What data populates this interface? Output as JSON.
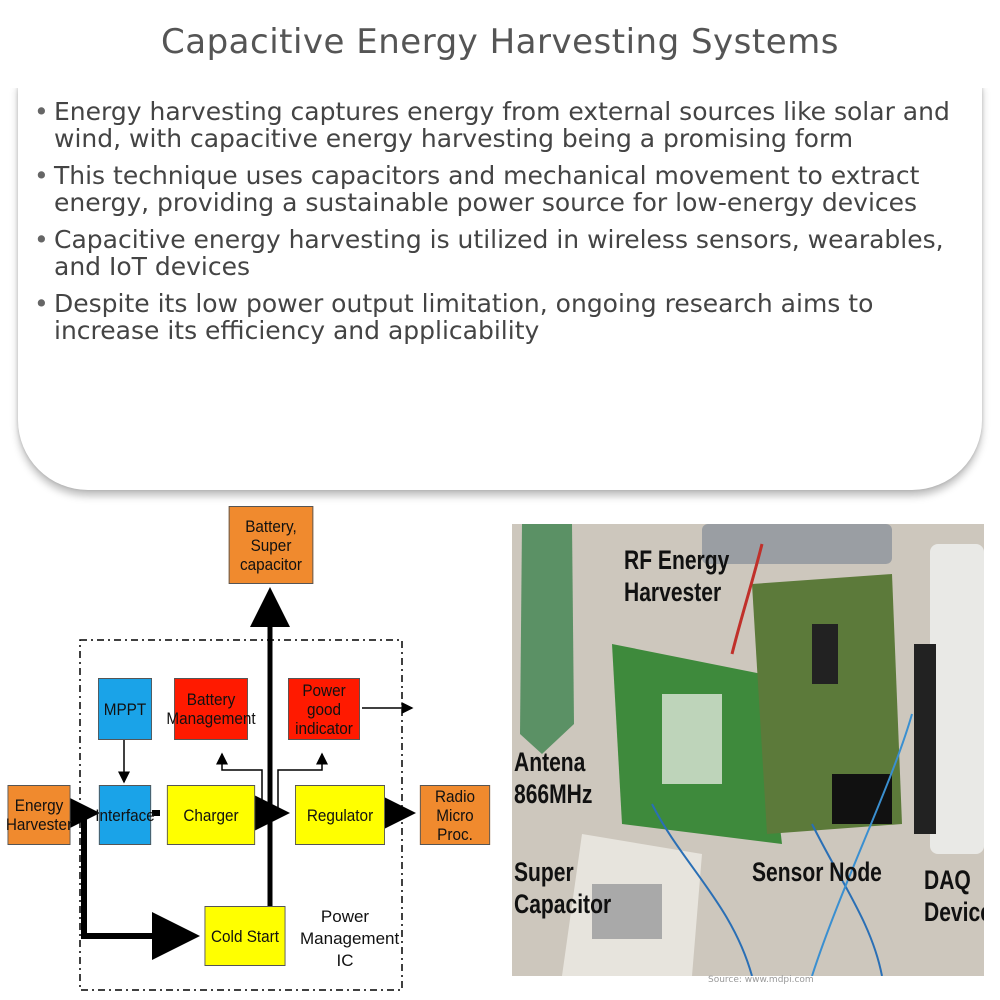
{
  "title": "Capacitive Energy Harvesting Systems",
  "bullets": [
    "Energy harvesting captures energy from external sources like solar and wind, with capacitive energy harvesting being a promising form",
    "This technique uses capacitors and mechanical movement to extract energy, providing a sustainable power source for low-energy devices",
    "Capacitive energy harvesting is utilized in wireless sensors, wearables, and IoT devices",
    "Despite its low power output limitation, ongoing research aims to increase its efficiency and applicability"
  ],
  "diagram": {
    "battery": [
      "Battery, Super",
      "capacitor"
    ],
    "mppt": "MPPT",
    "battery_mgmt": [
      "Battery",
      "Management"
    ],
    "power_good": [
      "Power good",
      "indicator"
    ],
    "energy_harvester": [
      "Energy",
      "Harvester"
    ],
    "interface": "Interface",
    "charger": "Charger",
    "regulator": "Regulator",
    "radio": [
      "Radio",
      "Micro Proc."
    ],
    "cold_start": "Cold Start",
    "pm_ic": [
      "Power",
      "Management IC"
    ]
  },
  "photo": {
    "rf_harvester": [
      "RF Energy",
      "Harvester"
    ],
    "antenna": [
      "Antena",
      "866MHz"
    ],
    "super_cap": [
      "Super",
      "Capacitor"
    ],
    "sensor_node": "Sensor Node",
    "daq": [
      "DAQ",
      "Device"
    ],
    "source": "Source: www.mdpi.com"
  },
  "colors": {
    "orange": "#f08a2e",
    "blue": "#1aa3e8",
    "red": "#ff1a00",
    "yellow": "#ffff00"
  }
}
